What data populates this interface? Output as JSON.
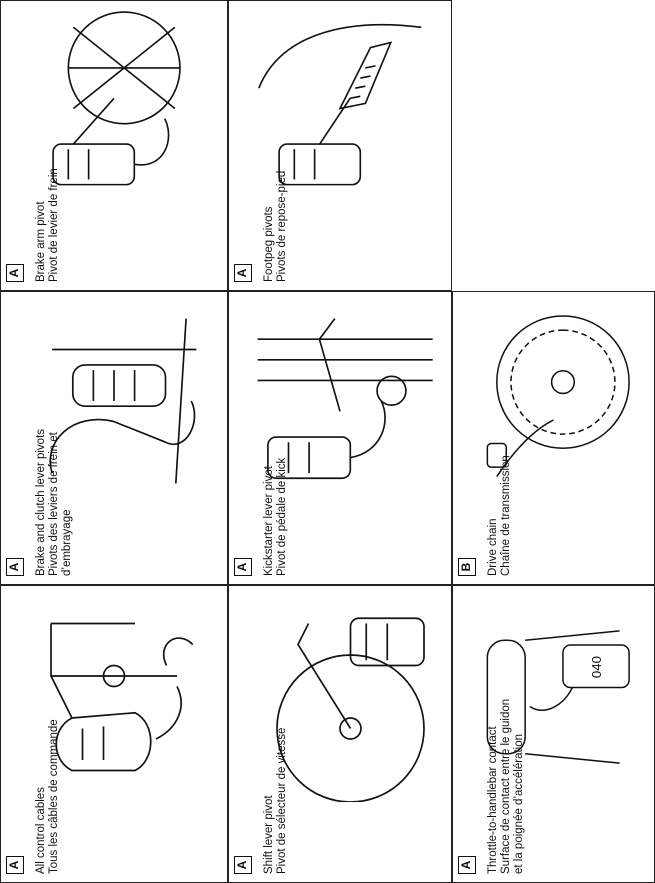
{
  "rows": [
    {
      "cells": [
        {
          "label": "A",
          "en": "All control cables",
          "fr": "Tous les câbles de commande",
          "fr2": ""
        },
        {
          "label": "A",
          "en": "Brake and clutch lever pivots",
          "fr": "Pivots des leviers de frein et",
          "fr2": "d’embrayage"
        },
        {
          "label": "A",
          "en": "Brake arm pivot",
          "fr": "Pivot de levier de frein",
          "fr2": ""
        }
      ]
    },
    {
      "cells": [
        {
          "label": "A",
          "en": "Shift lever pivot",
          "fr": "Pivot de sélecteur de vitesse",
          "fr2": ""
        },
        {
          "label": "A",
          "en": "Kickstarter lever pivot",
          "fr": "Pivot de pédale de kick",
          "fr2": ""
        },
        {
          "label": "A",
          "en": "Footpeg pivots",
          "fr": "Pivots de repose-pied",
          "fr2": ""
        }
      ]
    },
    {
      "cells": [
        {
          "label": "A",
          "en": "Throttle-to-handlebar contact",
          "fr": "Surface de contact entre le guidon",
          "fr2": "et la poignée d’accélération"
        },
        {
          "label": "B",
          "en": "Drive chain",
          "fr": "Chaîne de transmission",
          "fr2": ""
        }
      ]
    }
  ],
  "spray_can_text": "040"
}
